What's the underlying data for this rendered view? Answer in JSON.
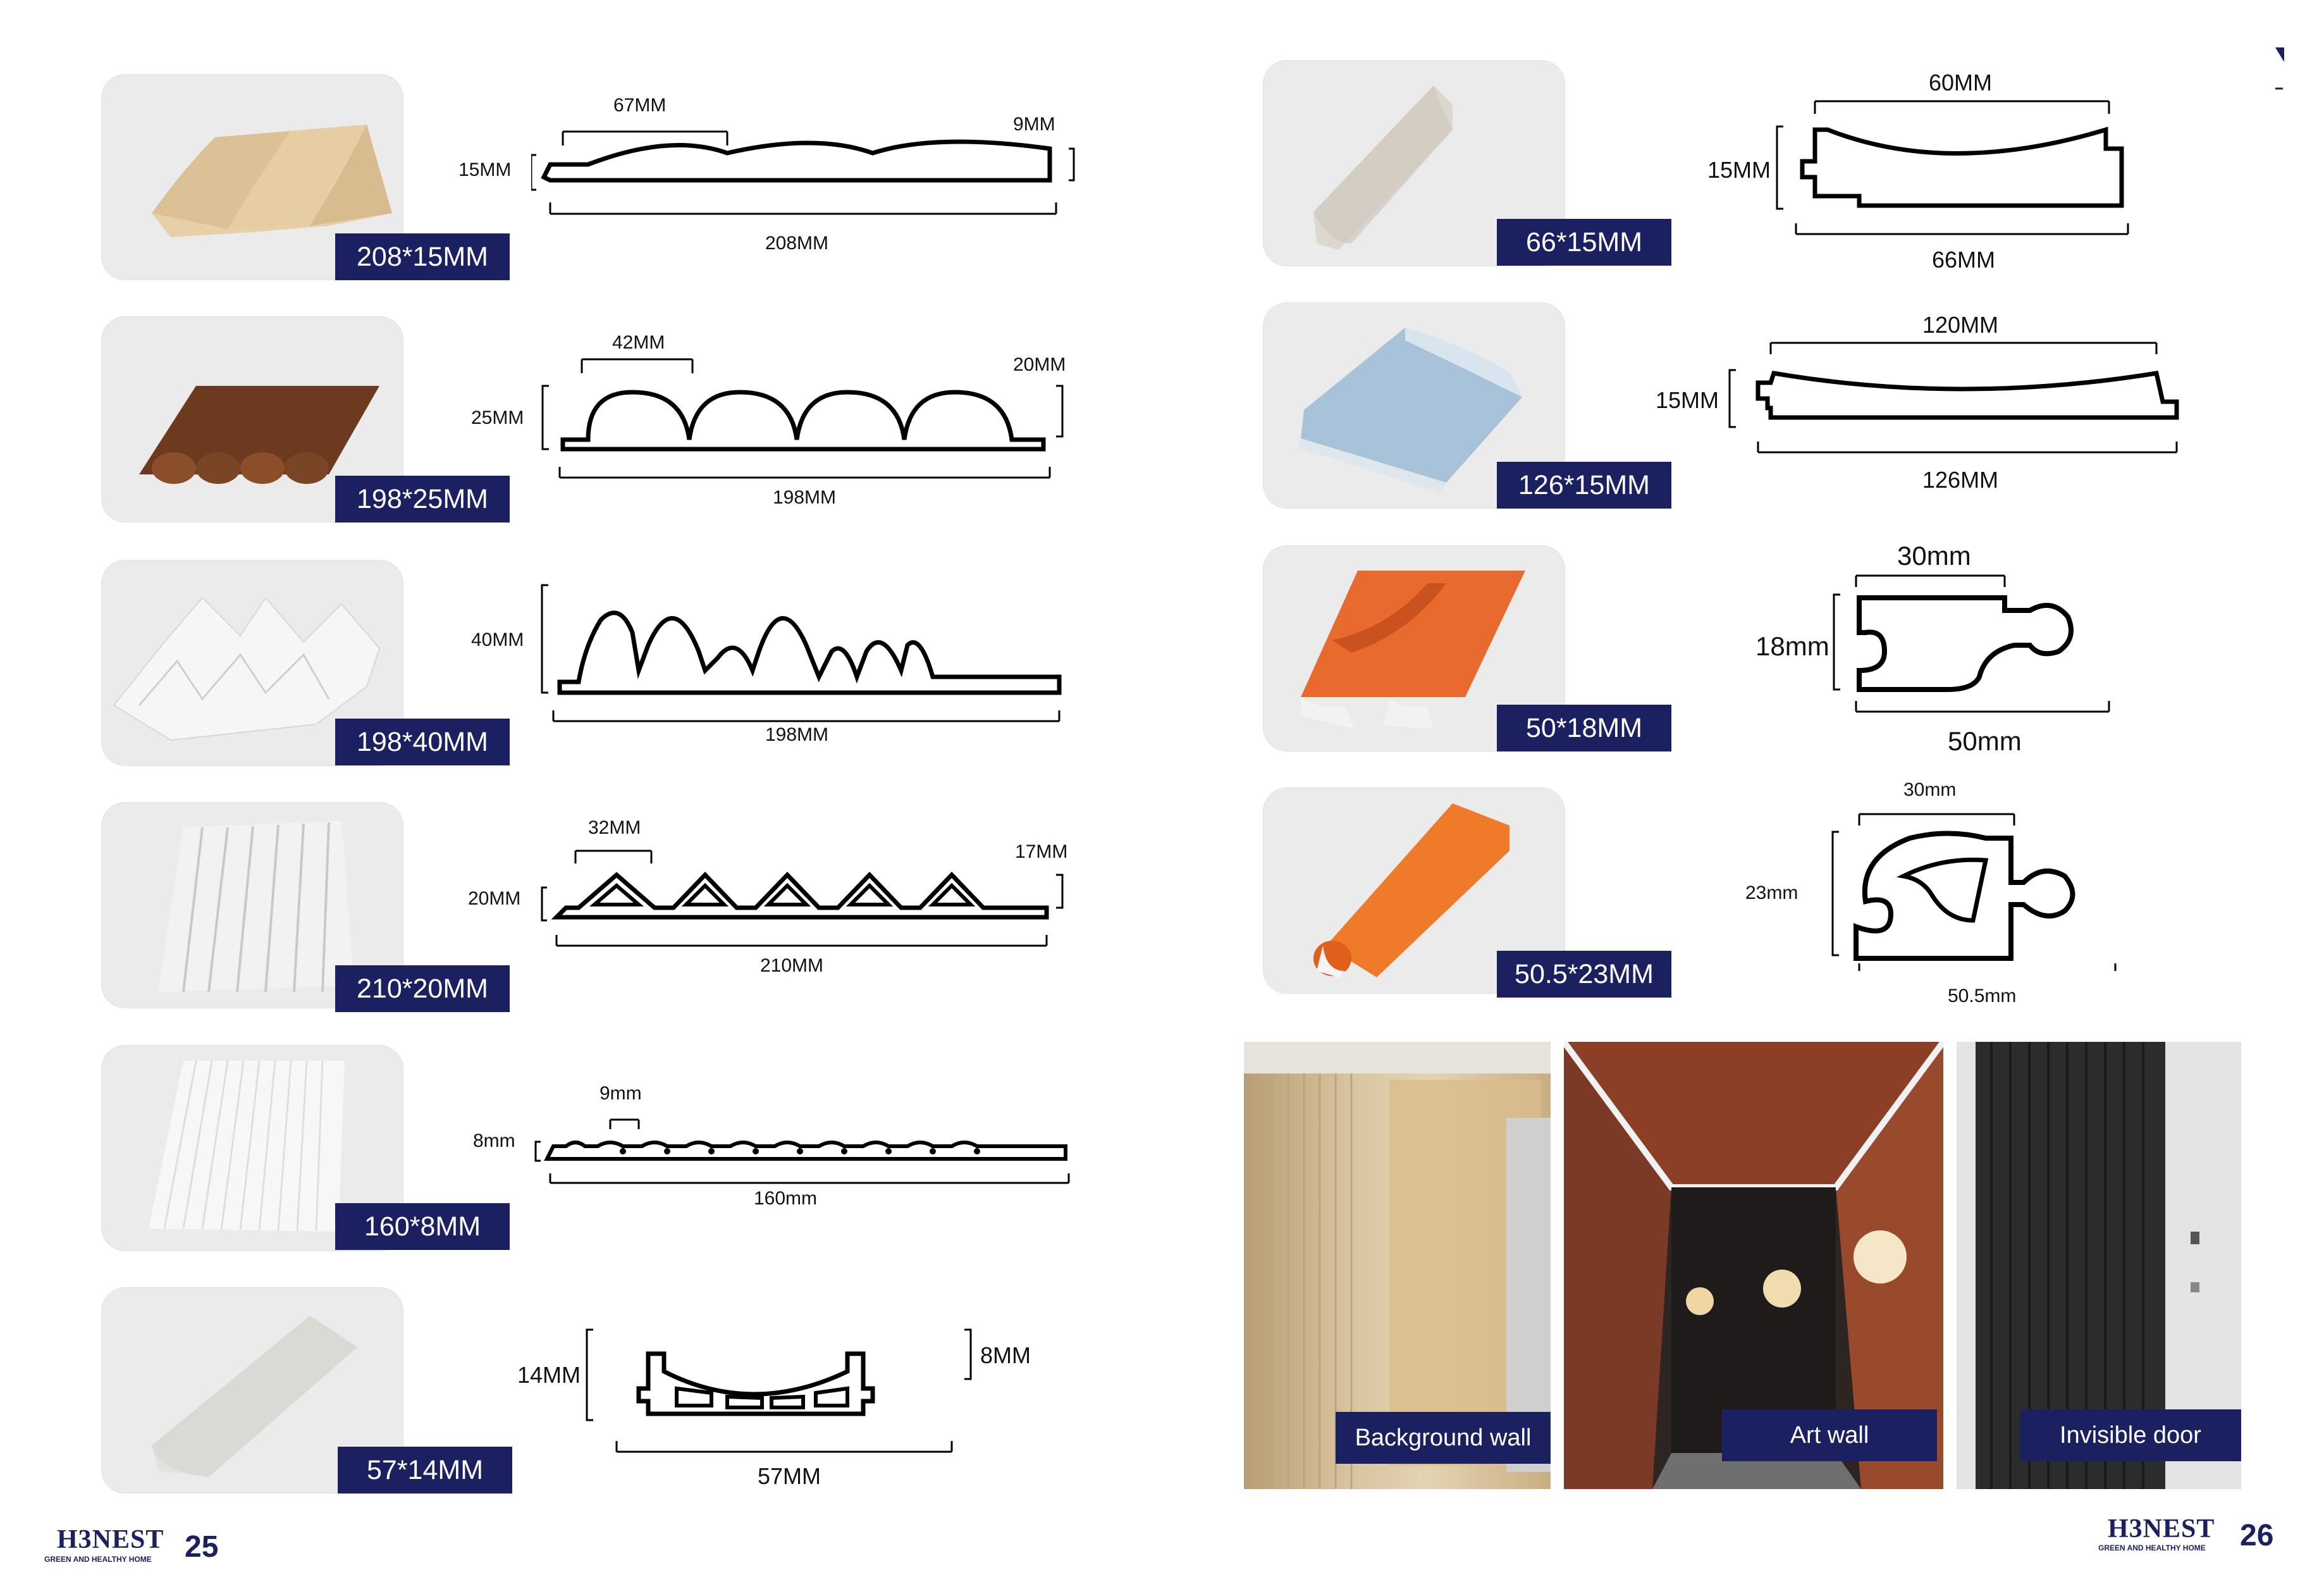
{
  "left_products": [
    {
      "label": "208*15MM",
      "top": "67MM",
      "right": "9MM",
      "height": "15MM",
      "bottom": "208MM"
    },
    {
      "label": "198*25MM",
      "top": "42MM",
      "right": "20MM",
      "height": "25MM",
      "bottom": "198MM"
    },
    {
      "label": "198*40MM",
      "top": "",
      "right": "",
      "height": "40MM",
      "bottom": "198MM"
    },
    {
      "label": "210*20MM",
      "top": "32MM",
      "right": "17MM",
      "height": "20MM",
      "bottom": "210MM"
    },
    {
      "label": "160*8MM",
      "top": "9mm",
      "right": "",
      "height": "8mm",
      "bottom": "160mm"
    },
    {
      "label": "57*14MM",
      "top": "",
      "right": "8MM",
      "height": "14MM",
      "bottom": "57MM"
    }
  ],
  "right_products": [
    {
      "label": "66*15MM",
      "top": "60MM",
      "height": "15MM",
      "bottom": "66MM"
    },
    {
      "label": "126*15MM",
      "top": "120MM",
      "height": "15MM",
      "bottom": "126MM"
    },
    {
      "label": "50*18MM",
      "top": "30mm",
      "height": "18mm",
      "bottom": "50mm"
    },
    {
      "label": "50.5*23MM",
      "top": "30mm",
      "height": "23mm",
      "bottom": "50.5mm"
    }
  ],
  "photos": [
    {
      "caption": "Background wall"
    },
    {
      "caption": "Art wall"
    },
    {
      "caption": "Invisible door"
    }
  ],
  "footer": {
    "brand": "H3NEST",
    "tagline": "GREEN AND HEALTHY HOME",
    "page_left": "25",
    "page_right": "26"
  },
  "colors": {
    "label_bg": "#1b2160",
    "card_bg": "#ebebeb",
    "brand": "#1b2160"
  }
}
